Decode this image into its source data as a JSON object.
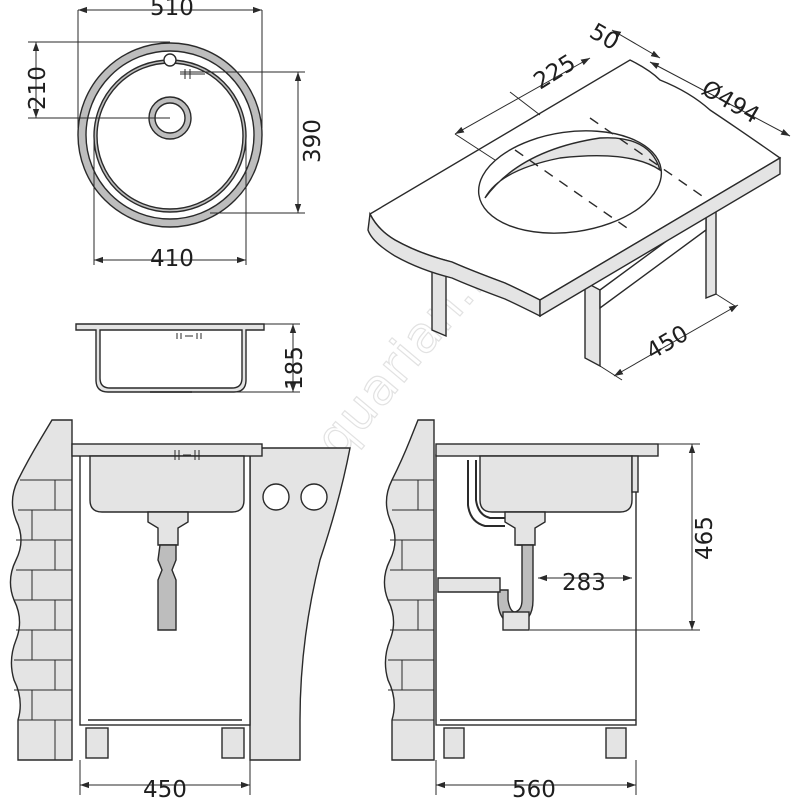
{
  "drawing": {
    "dimensions": {
      "top_width": "510",
      "drain_offset": "210",
      "top_height": "390",
      "bowl_width": "410",
      "bowl_depth": "185",
      "counter_thickness": "50",
      "counter_cutout": "225",
      "diameter": "Ø494",
      "counter_depth": "450",
      "cabinet_width": "450",
      "cabinet_depth": "560",
      "height_to_outlet": "465",
      "wall_to_trap": "283"
    },
    "watermark": "www.aquarian.ru"
  },
  "colors": {
    "line": "#2a2a2a",
    "fill_gray": "#bdbdbd",
    "fill_light": "#e4e4e4",
    "watermark": "#e2e2e2"
  }
}
